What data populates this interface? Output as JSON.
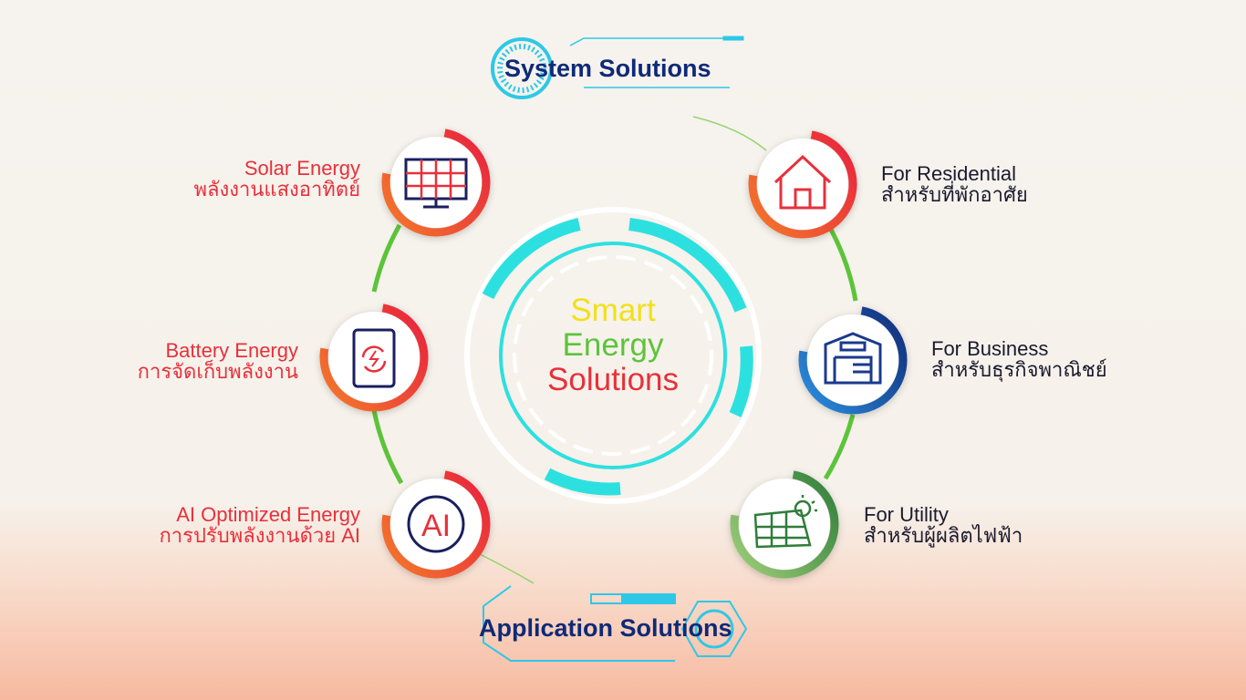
{
  "headers": {
    "top": "System Solutions",
    "bottom": "Application Solutions"
  },
  "center": {
    "lines": [
      {
        "first": "S",
        "rest": "mart"
      },
      {
        "first": "E",
        "rest": "nergy"
      },
      {
        "first": "S",
        "rest": "olutions"
      }
    ]
  },
  "left_items": [
    {
      "en": "Solar Energy",
      "th": "พลังงานแสงอาทิตย์",
      "icon": "solar-panel-icon"
    },
    {
      "en": "Battery Energy",
      "th": "การจัดเก็บพลังงาน",
      "icon": "battery-cycle-icon"
    },
    {
      "en": "AI Optimized Energy",
      "th": "การปรับพลังงานด้วย AI",
      "icon": "ai-icon",
      "icon_text": "AI"
    }
  ],
  "right_items": [
    {
      "en": "For Residential",
      "th": "สำหรับที่พักอาศัย",
      "icon": "house-icon"
    },
    {
      "en": "For Business",
      "th": "สำหรับธุรกิจพาณิชย์",
      "icon": "warehouse-icon"
    },
    {
      "en": "For Utility",
      "th": "สำหรับผู้ผลิตไฟฟ้า",
      "icon": "solar-sun-icon"
    }
  ],
  "colors": {
    "red": "#e8303a",
    "orange": "#f26a2a",
    "green": "#5cc43a",
    "cyan": "#2de0e0",
    "navy": "#0e2a78",
    "blue": "#1f6fc4",
    "darkgreen": "#2f7d3a"
  }
}
